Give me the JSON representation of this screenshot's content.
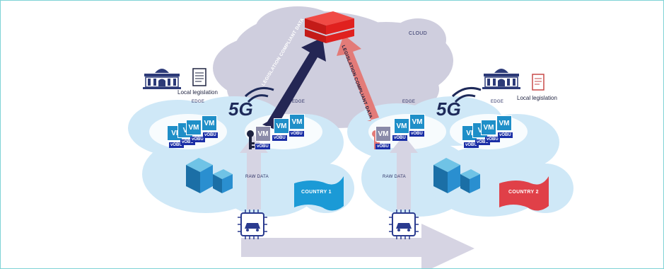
{
  "labels": {
    "cloud": "CLOUD",
    "edge_left": "EDGE",
    "edge_mid": "EDGE",
    "edge_right": "EDGE",
    "edge_right2": "EDGE",
    "local_legislation_left": "Local legislation",
    "local_legislation_right": "Local legislation",
    "g5_left": "5G",
    "g5_right": "5G",
    "raw_data_left": "RAW DATA",
    "raw_data_right": "RAW DATA",
    "arrow_left_text": "LEGISLATION COMPLIANT DATA",
    "arrow_right_text": "LEGISLATION COMPLIANT DATA",
    "country1": "COUNTRY 1",
    "country2": "COUNTRY 2",
    "vm": "VM",
    "vobu": "vOBU",
    "vi": "VI",
    "v": "V"
  },
  "colors": {
    "cloud_gray": "#cfcede",
    "edge_blue": "#cfe8f7",
    "arrow_navy": "#242654",
    "arrow_salmon": "#e37b78",
    "vm_blue": "#1f8fc8",
    "country1_blue": "#1b9ad6",
    "country2_red": "#e04048",
    "server_red": "#e0211f"
  }
}
